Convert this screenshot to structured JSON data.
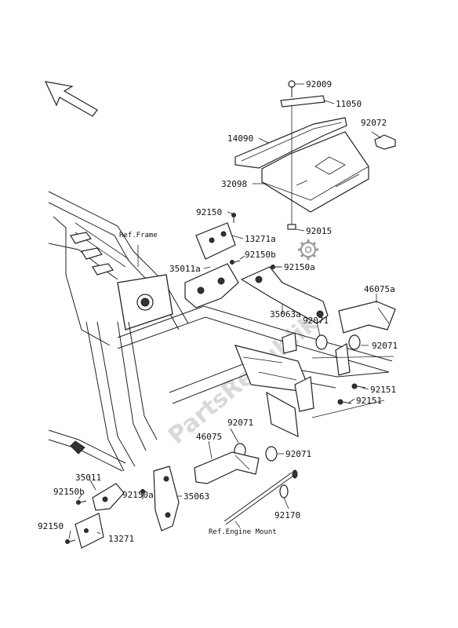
{
  "diagram": {
    "watermark": "PartsRepublik",
    "references": {
      "frame": "Ref.Frame",
      "engine_mount": "Ref.Engine Mount"
    },
    "part_labels": {
      "p92009": "92009",
      "p11050": "11050",
      "p92072": "92072",
      "p14090": "14090",
      "p32098": "32098",
      "p92015": "92015",
      "p92150_top": "92150",
      "p13271a": "13271a",
      "p92150b_top": "92150b",
      "p92150a_top": "92150a",
      "p35011a": "35011a",
      "p46075a": "46075a",
      "p35063a": "35063a",
      "p92071_a": "92071",
      "p92071_b": "92071",
      "p92151_a": "92151",
      "p92151_b": "92151",
      "p92071_c": "92071",
      "p46075": "46075",
      "p92071_d": "92071",
      "p35011": "35011",
      "p92150b_bot": "92150b",
      "p92150_bot": "92150",
      "p13271": "13271",
      "p92150a_bot": "92150a",
      "p35063": "35063",
      "p92170": "92170"
    },
    "icons": [
      "direction-arrow-icon",
      "gear-icon"
    ]
  }
}
